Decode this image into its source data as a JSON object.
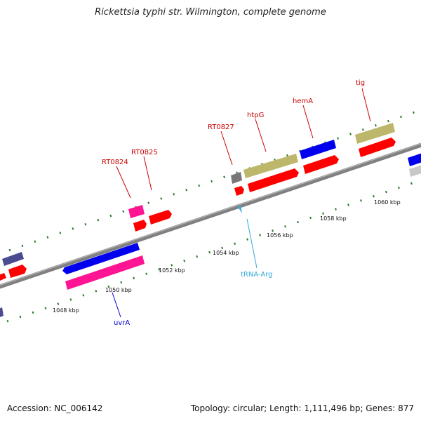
{
  "title": "Rickettsia typhi str. Wilmington, complete genome",
  "accession": "Accession: NC_006142",
  "summary": "Topology: circular; Length: 1,111,496 bp; Genes: 877",
  "ticks": [
    "1048 kbp",
    "1050 kbp",
    "1052 kbp",
    "1054 kbp",
    "1056 kbp",
    "1058 kbp",
    "1060 kbp"
  ],
  "gene_labels": [
    {
      "name": "RT0824",
      "color": "#cc0000"
    },
    {
      "name": "RT0825",
      "color": "#cc0000"
    },
    {
      "name": "RT0827",
      "color": "#cc0000"
    },
    {
      "name": "htpG",
      "color": "#cc0000"
    },
    {
      "name": "hemA",
      "color": "#cc0000"
    },
    {
      "name": "tig",
      "color": "#cc0000"
    },
    {
      "name": "uvrA",
      "color": "#0000cc"
    },
    {
      "name": "tRNA-Arg",
      "color": "#33aadd"
    }
  ],
  "colors": {
    "backbone": "#808080",
    "tick_green": "#2a7a2a",
    "cds_red": "#ff0000",
    "cds_blue": "#0000ee",
    "olive": "#bdb76b",
    "pink": "#ff1493",
    "navy": "#4b4b8f",
    "grey": "#777777",
    "silver": "#c8c8c8",
    "trna": "#33aadd"
  }
}
